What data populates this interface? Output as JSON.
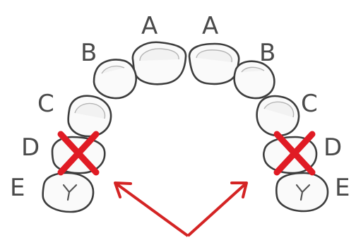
{
  "labels": {
    "left": {
      "a": "A",
      "b": "B",
      "c": "C",
      "d": "D",
      "e": "E"
    },
    "right": {
      "a": "A",
      "b": "B",
      "c": "C",
      "d": "D",
      "e": "E"
    }
  },
  "colors": {
    "cross": "#e01b24",
    "arrow": "#d42424",
    "tooth_outline": "#3d3d3d",
    "label_text": "#4a4a4a"
  }
}
